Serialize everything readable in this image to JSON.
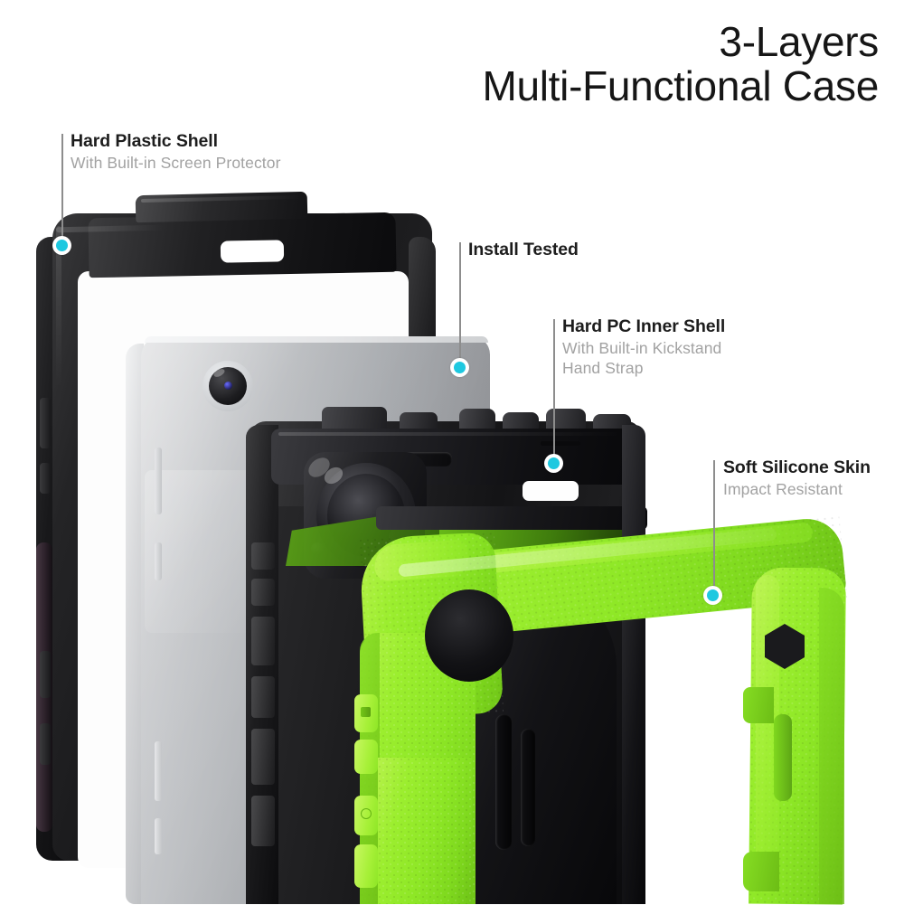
{
  "meta": {
    "background_color": "#ffffff",
    "accent_dot_color": "#1ec8e0",
    "leader_line_color": "#8d8d8d",
    "title_color": "#161616",
    "label_color": "#1d1d1d",
    "sublabel_color": "#a2a2a2",
    "product_colors": {
      "black_shell": "#161618",
      "tablet_silver": "#a9acb0",
      "silicone_green": "#8ee726"
    }
  },
  "header": {
    "line1": "3-Layers",
    "line2": "Multi-Functional Case"
  },
  "callouts": [
    {
      "id": "hard-plastic-shell",
      "title": "Hard Plastic Shell",
      "sublines": [
        "With Built-in Screen Protector"
      ],
      "marker": "callout-dot"
    },
    {
      "id": "install-tested",
      "title": "Install Tested",
      "sublines": [],
      "marker": "callout-dot"
    },
    {
      "id": "hard-pc-inner-shell",
      "title": "Hard PC Inner Shell",
      "sublines": [
        "With Built-in Kickstand",
        "Hand Strap"
      ],
      "marker": "callout-dot"
    },
    {
      "id": "soft-silicone-skin",
      "title": "Soft Silicone Skin",
      "sublines": [
        "Impact Resistant"
      ],
      "marker": "callout-dot"
    }
  ],
  "product_layers": [
    {
      "id": "layer-hard-plastic-shell",
      "name": "Hard Plastic Shell",
      "color": "#161618"
    },
    {
      "id": "layer-tablet",
      "name": "Tablet",
      "color": "#a9acb0"
    },
    {
      "id": "layer-hard-pc-inner-shell",
      "name": "Hard PC Inner Shell",
      "color": "#141416"
    },
    {
      "id": "layer-soft-silicone-skin",
      "name": "Soft Silicone Skin",
      "color": "#8ee726"
    }
  ]
}
